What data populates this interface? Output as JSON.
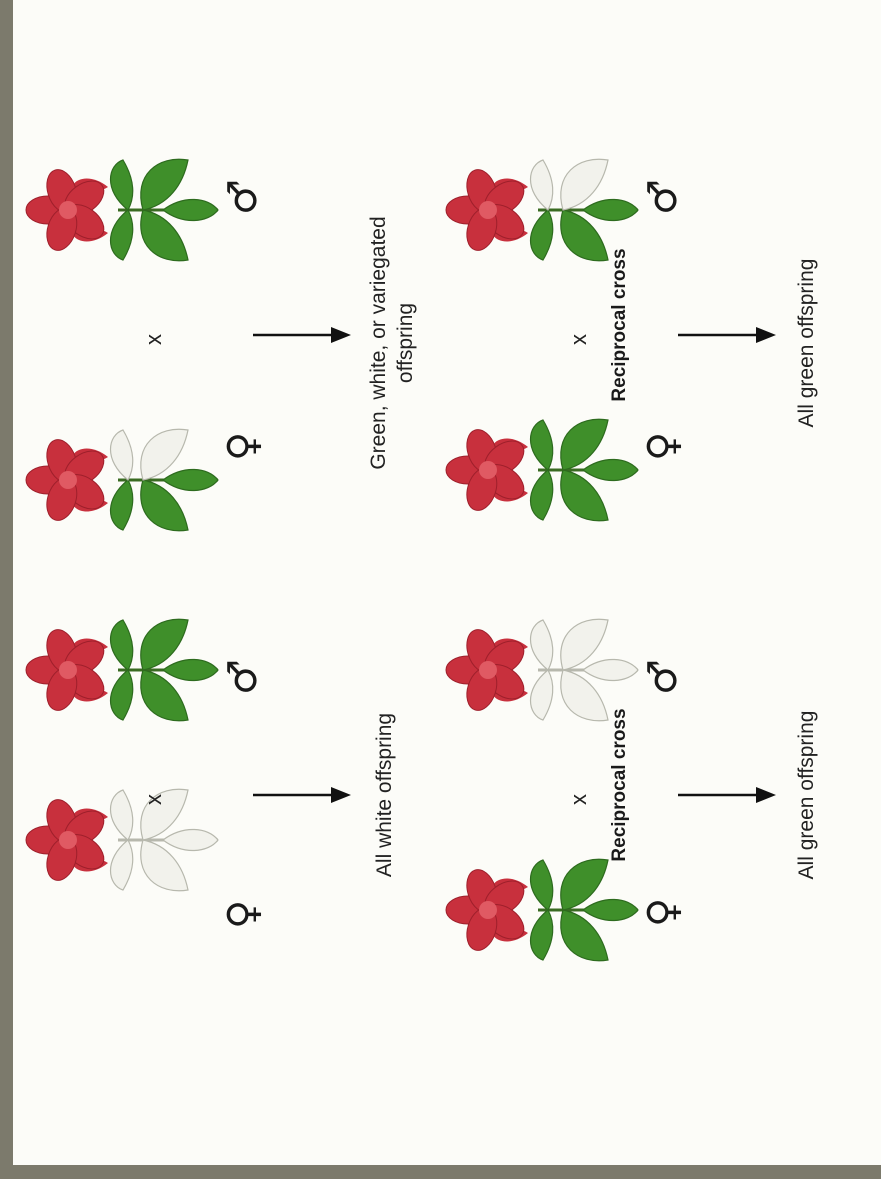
{
  "symbols": {
    "female": "♀",
    "male": "♂",
    "cross": "x"
  },
  "labels": {
    "reciprocal": "Reciprocal cross"
  },
  "colors": {
    "petal": "#c8303d",
    "petal_light": "#e05a63",
    "leaf": "#3f8f2a",
    "leaf_light": "#78b84d",
    "white_leaf": "#f2f2ec",
    "white_leaf_edge": "#b7b8ad",
    "frame": "#7c7a6c"
  },
  "panels": [
    {
      "id": "top-left",
      "female_plant": "white",
      "male_plant": "green",
      "reciprocal": false,
      "result": "All white offspring"
    },
    {
      "id": "top-right",
      "female_plant": "variegated",
      "male_plant": "green",
      "reciprocal": false,
      "result": "Green, white, or variegated offspring"
    },
    {
      "id": "bottom-left",
      "female_plant": "green",
      "male_plant": "white",
      "reciprocal": true,
      "result": "All green offspring"
    },
    {
      "id": "bottom-right",
      "female_plant": "green",
      "male_plant": "variegated",
      "reciprocal": true,
      "result": "All green offspring"
    }
  ]
}
